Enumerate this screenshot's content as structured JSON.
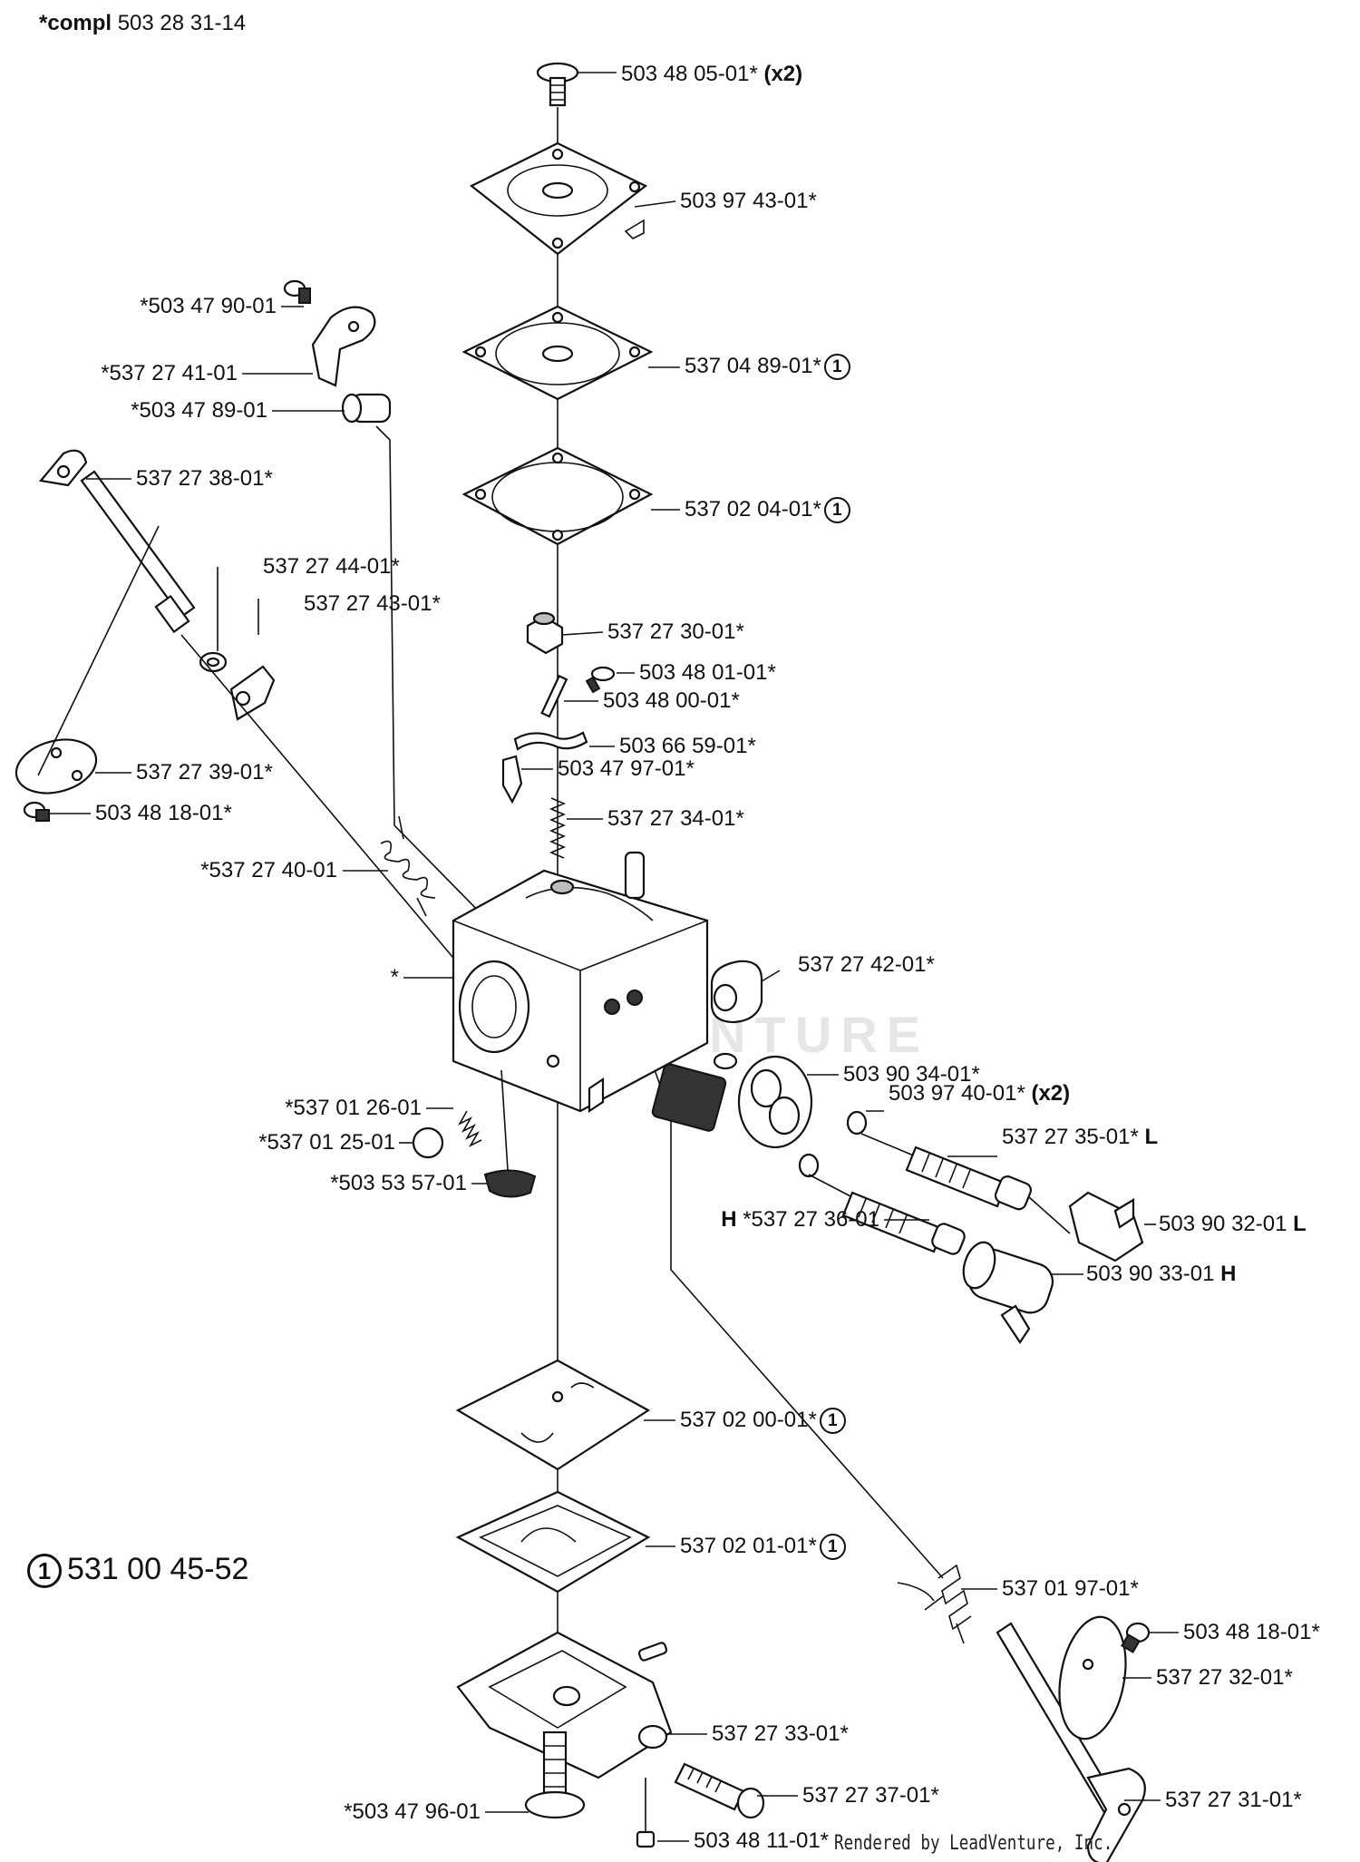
{
  "header": {
    "prefix": "*compl",
    "number": "503 28 31-14"
  },
  "legend": {
    "marker": "1",
    "number": "531 00 45-52"
  },
  "footer": "Rendered by LeadVenture, Inc.",
  "watermark": "LEADVENTURE",
  "labels": {
    "screw_top": {
      "num": "503 48 05-01*",
      "suffix": "(x2)"
    },
    "pump_cover": {
      "num": "503 97 43-01*"
    },
    "diaphragm_pump": {
      "num": "537 04 89-01*",
      "marker": "1"
    },
    "gasket_pump": {
      "num": "537 02 04-01*",
      "marker": "1"
    },
    "screw_lever_small": {
      "num": "*503 47 90-01"
    },
    "lever_small": {
      "num": "*537 27 41-01"
    },
    "bushing_small": {
      "num": "*503 47 89-01"
    },
    "throttle_shaft": {
      "num": "537 27 38-01*"
    },
    "washer_shaft": {
      "num": "537 27 44-01*"
    },
    "lever_shaft": {
      "num": "537 27 43-01*"
    },
    "throttle_valve": {
      "num": "537 27 39-01*"
    },
    "screw_valve_left": {
      "num": "503 48 18-01*"
    },
    "spring_throttle": {
      "num": "*537 27 40-01"
    },
    "inlet_needle_cap": {
      "num": "537 27 30-01*"
    },
    "screw_needle_lever": {
      "num": "503 48 01-01*"
    },
    "pin_lever": {
      "num": "503 48 00-01*"
    },
    "needle_lever": {
      "num": "503 66 59-01*"
    },
    "needle_valve": {
      "num": "503 47 97-01*"
    },
    "spring_needle": {
      "num": "537 27 34-01*"
    },
    "carb_body": {
      "num": "*"
    },
    "plug_cap": {
      "num": "537 27 42-01*"
    },
    "adjust_housing": {
      "num": "503 90 34-01*"
    },
    "oring": {
      "num": "503 97 40-01*",
      "suffix": "(x2)"
    },
    "needle_L": {
      "num": "537 27 35-01*",
      "suffix": "L"
    },
    "cap_L": {
      "num": "503 90 32-01",
      "suffix": "L"
    },
    "needle_H": {
      "prefix": "H",
      "num": "*537 27 36-01"
    },
    "cap_H": {
      "num": "503 90 33-01",
      "suffix": "H"
    },
    "spring_small": {
      "num": "*537 01 26-01"
    },
    "ball": {
      "num": "*537 01 25-01"
    },
    "filter_screen": {
      "num": "*503 53 57-01"
    },
    "gasket_bottom": {
      "num": "537 02 00-01*",
      "marker": "1"
    },
    "diaphragm_bottom": {
      "num": "537 02 01-01*",
      "marker": "1"
    },
    "spring_choke": {
      "num": "537 01 97-01*"
    },
    "screw_choke": {
      "num": "503 48 18-01*"
    },
    "choke_valve": {
      "num": "537 27 32-01*"
    },
    "choke_lever": {
      "num": "537 27 31-01*"
    },
    "bottom_cover": {
      "num": "537 27 33-01*"
    },
    "screw_idle": {
      "num": "537 27 37-01*"
    },
    "screw_cover": {
      "num": "*503 47 96-01"
    },
    "plug_bottom": {
      "num": "503 48 11-01*"
    }
  }
}
